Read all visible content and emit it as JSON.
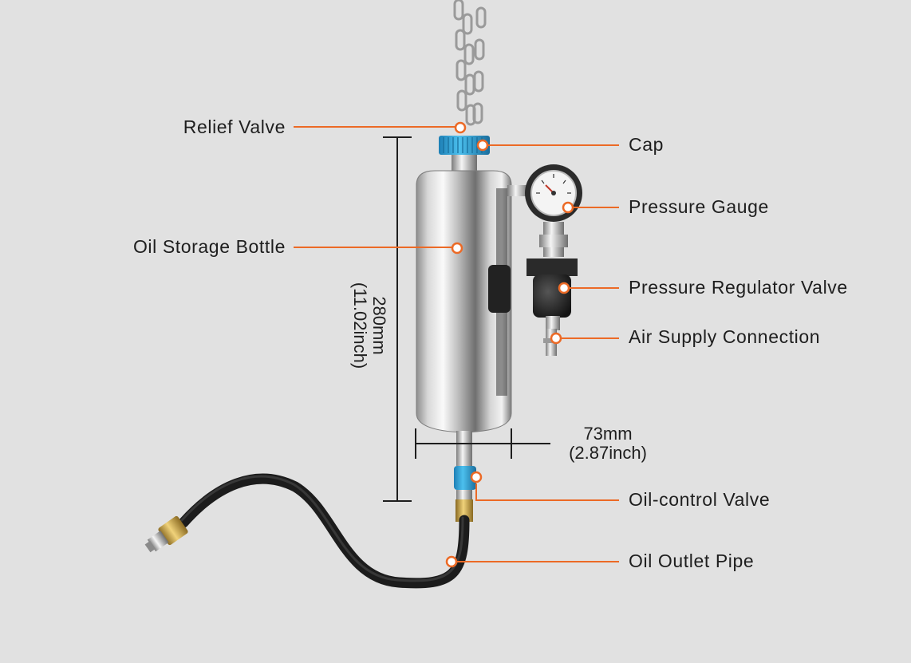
{
  "labels": {
    "relief_valve": "Relief Valve",
    "cap": "Cap",
    "pressure_gauge": "Pressure Gauge",
    "oil_storage_bottle": "Oil Storage Bottle",
    "pressure_regulator_valve": "Pressure Regulator Valve",
    "air_supply_connection": "Air Supply Connection",
    "oil_control_valve": "Oil-control Valve",
    "oil_outlet_pipe": "Oil Outlet Pipe"
  },
  "dimensions": {
    "height_mm": "280mm",
    "height_inch": "(11.02inch)",
    "width_mm": "73mm",
    "width_inch": "(2.87inch)"
  },
  "colors": {
    "background": "#e1e1e1",
    "leader_line": "#ec6a26",
    "cap_blue": "#2aa0d8",
    "hose": "#1c1c1c",
    "brass": "#c9a24a"
  }
}
